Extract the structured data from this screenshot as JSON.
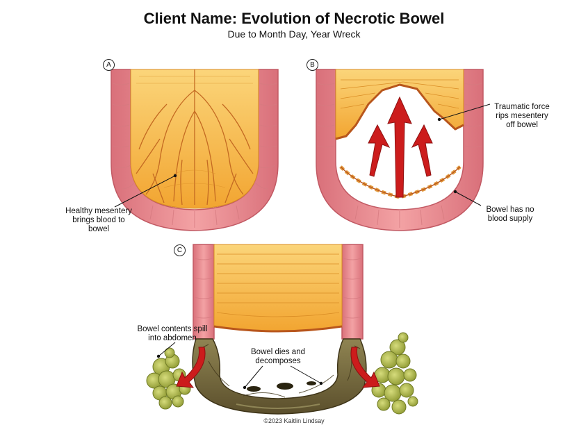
{
  "title": "Client Name: Evolution of Necrotic Bowel",
  "subtitle": "Due to Month Day, Year Wreck",
  "panels": {
    "a": {
      "badge": "A",
      "label_line1": "Healthy mesentery",
      "label_line2": "brings blood to",
      "label_line3": "bowel"
    },
    "b": {
      "badge": "B",
      "label1_line1": "Traumatic force",
      "label1_line2": "rips mesentery",
      "label1_line3": "off bowel",
      "label2_line1": "Bowel has no",
      "label2_line2": "blood supply"
    },
    "c": {
      "badge": "C",
      "label1_line1": "Bowel contents spill",
      "label1_line2": "into abdomen",
      "label2_line1": "Bowel dies and",
      "label2_line2": "decomposes"
    }
  },
  "copyright": "©2023 Kaitlin Lindsay",
  "colors": {
    "bowel": "#e98a8e",
    "bowel_dark": "#c85d66",
    "mesentery": "#f4b63c",
    "mesentery_light": "#fcd87a",
    "vessel": "#c8722a",
    "arrow": "#cc1c1c",
    "necrotic": "#7a6a3e",
    "spill": "#9aa53a"
  }
}
